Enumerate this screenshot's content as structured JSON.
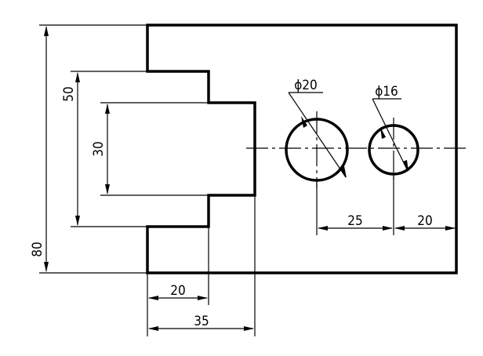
{
  "drawing": {
    "dimensions": {
      "overall_height": "80",
      "slot_height": "50",
      "inner_slot_height": "30",
      "step_depth": "20",
      "slot_depth": "35",
      "hole_spacing": "25",
      "edge_distance": "20",
      "large_hole_diameter": "ϕ20",
      "small_hole_diameter": "ϕ16"
    }
  }
}
